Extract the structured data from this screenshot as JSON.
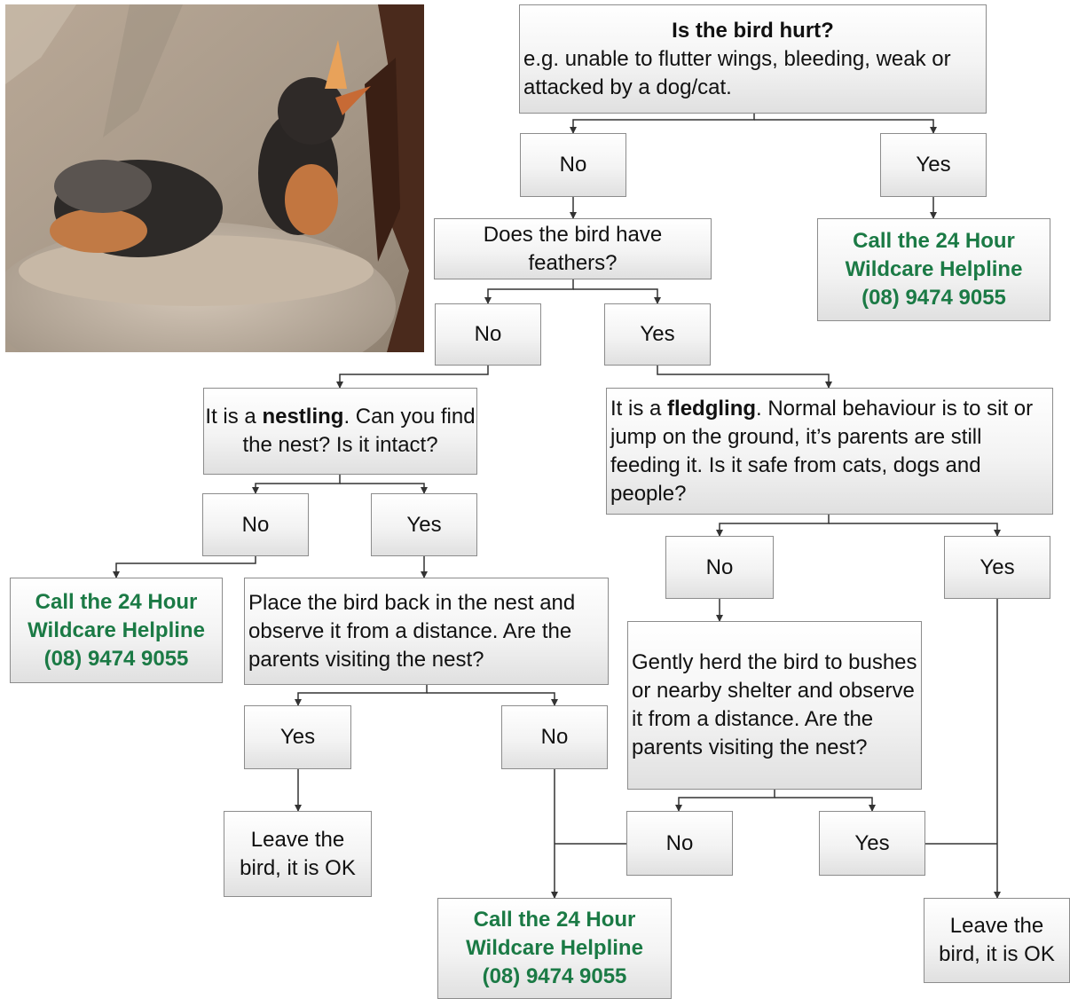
{
  "question_hurt": {
    "title": "Is the bird hurt?",
    "body": "e.g. unable to flutter wings, bleeding, weak or attacked by a dog/cat."
  },
  "hurt_no": "No",
  "hurt_yes": "Yes",
  "helpline_1": [
    "Call the 24 Hour",
    "Wildcare Helpline",
    "(08) 9474 9055"
  ],
  "question_feathers": "Does the bird have feathers?",
  "feathers_no": "No",
  "feathers_yes": "Yes",
  "nestling": {
    "pre": "It is a ",
    "bold": "nestling",
    "post": ". Can you find the nest? Is it intact?"
  },
  "fledgling": {
    "pre": "It is a ",
    "bold": "fledgling",
    "post": ". Normal behaviour is to sit or jump on the ground, it’s parents are still feeding it. Is it safe from cats, dogs and people?"
  },
  "nest_no": "No",
  "nest_yes": "Yes",
  "helpline_2": [
    "Call the 24 Hour",
    "Wildcare Helpline",
    "(08) 9474 9055"
  ],
  "place_back": "Place the bird back in the nest and observe it from a distance. Are the parents visiting the nest?",
  "safe_no": "No",
  "safe_yes": "Yes",
  "herd": "Gently herd the bird to bushes or nearby shelter and observe it from a distance. Are the parents visiting the nest?",
  "visit_yes_1": "Yes",
  "visit_no_1": "No",
  "visit_no_2": "No",
  "visit_yes_2": "Yes",
  "leave_1": "Leave the bird, it is OK",
  "leave_2": "Leave the bird, it is OK",
  "helpline_3": [
    "Call the 24 Hour",
    "Wildcare Helpline",
    "(08) 9474 9055"
  ],
  "colors": {
    "helpline_green": "#1b7a45",
    "connector": "#333333"
  },
  "photo_subject": "baby-birds-in-nest"
}
